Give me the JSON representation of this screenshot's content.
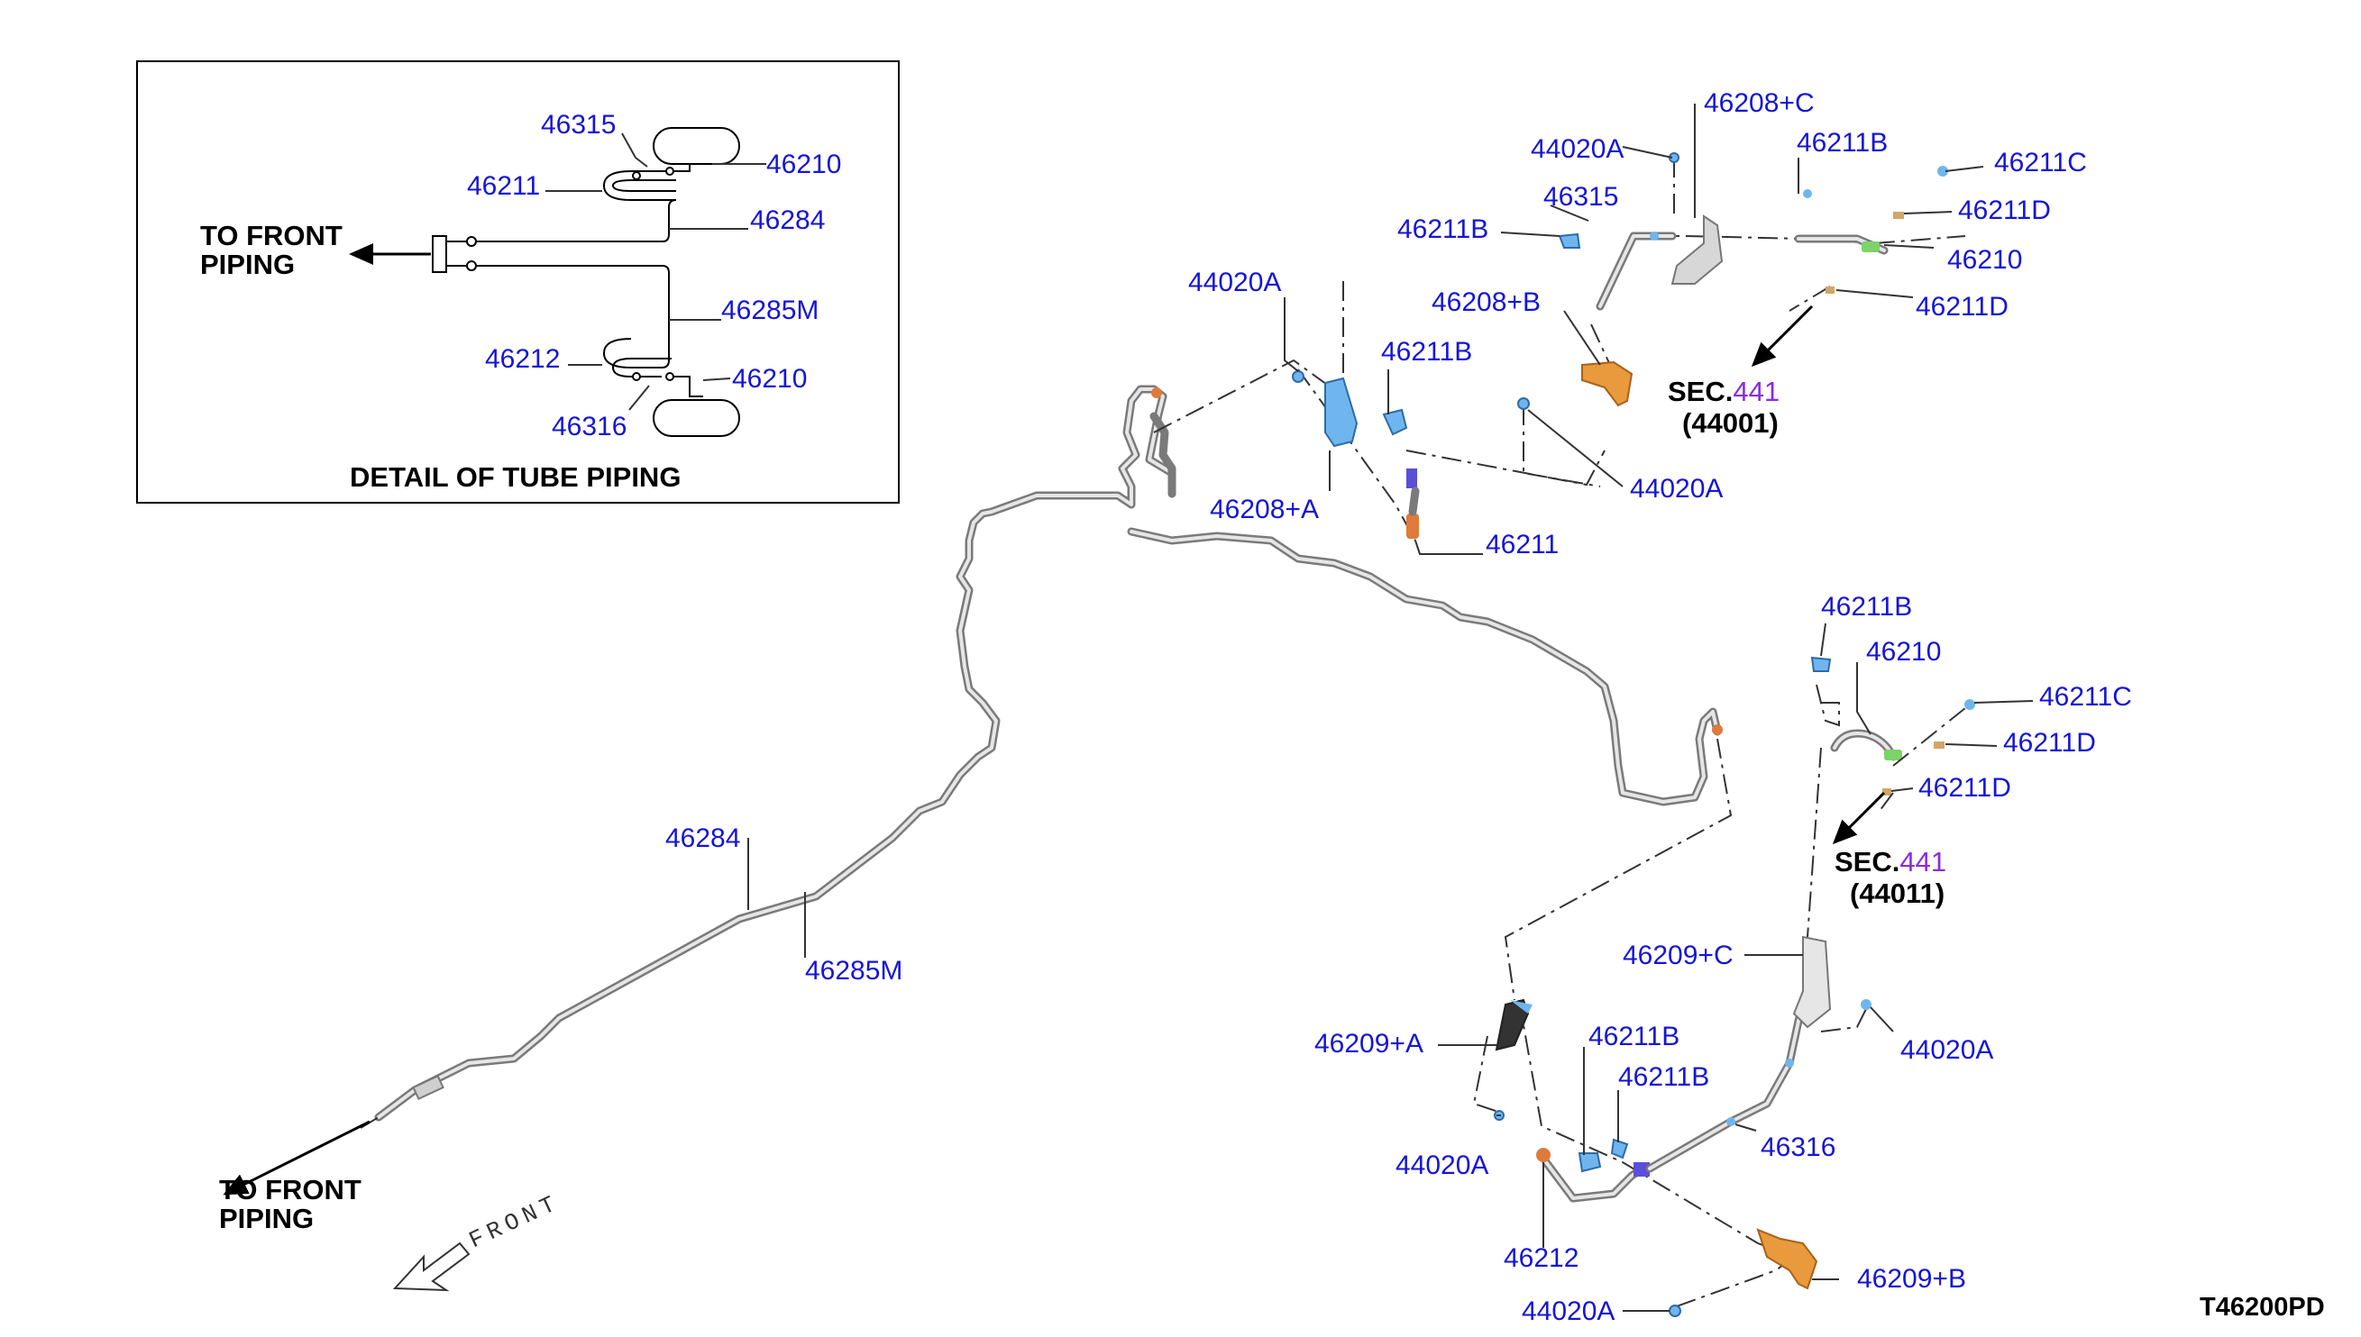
{
  "diagram_code": "T46200PD",
  "detail": {
    "title": "DETAIL OF TUBE PIPING",
    "to_front_line1": "TO FRONT",
    "to_front_line2": "PIPING",
    "labels": {
      "p46315": "46315",
      "p46210_top": "46210",
      "p46211": "46211",
      "p46284": "46284",
      "p46285M": "46285M",
      "p46212": "46212",
      "p46210_bot": "46210",
      "p46316": "46316"
    }
  },
  "main": {
    "to_front_line1": "TO FRONT",
    "to_front_line2": "PIPING",
    "front_marker": "FRONT",
    "labels": {
      "l46284": "46284",
      "l46285M": "46285M",
      "l44020A_1": "44020A",
      "l46208A": "46208+A",
      "l46211B_1": "46211B",
      "l46211": "46211",
      "l46208B": "46208+B",
      "l44020A_2": "44020A",
      "l46211B_2": "46211B",
      "l46315": "46315",
      "l44020A_3": "44020A",
      "l46208C": "46208+C",
      "l46211B_3": "46211B",
      "l46211C_1": "46211C",
      "l46211D_1": "46211D",
      "l46210_1": "46210",
      "l46211D_2": "46211D",
      "l46211B_4": "46211B",
      "l46210_2": "46210",
      "l46211C_2": "46211C",
      "l46211D_3": "46211D",
      "l46211D_4": "46211D",
      "l46209C": "46209+C",
      "l44020A_4": "44020A",
      "l46209A": "46209+A",
      "l46211B_5": "46211B",
      "l46211B_6": "46211B",
      "l46316": "46316",
      "l44020A_5": "44020A",
      "l46212": "46212",
      "l46209B": "46209+B",
      "l44020A_6": "44020A"
    },
    "sec1": {
      "prefix": "SEC.",
      "num": "441",
      "sub": "(44001)"
    },
    "sec2": {
      "prefix": "SEC.",
      "num": "441",
      "sub": "(44011)"
    }
  },
  "colors": {
    "label": "#1515d8",
    "section_number": "#8a2be2",
    "clip_blue": "#6fb6ee",
    "bracket_orange": "#e89a3c",
    "connector_green": "#7cd36a",
    "connector_purple": "#5a4fd8",
    "fitting_orange": "#e07a3a",
    "tube_gray": "#7a7a7a"
  }
}
